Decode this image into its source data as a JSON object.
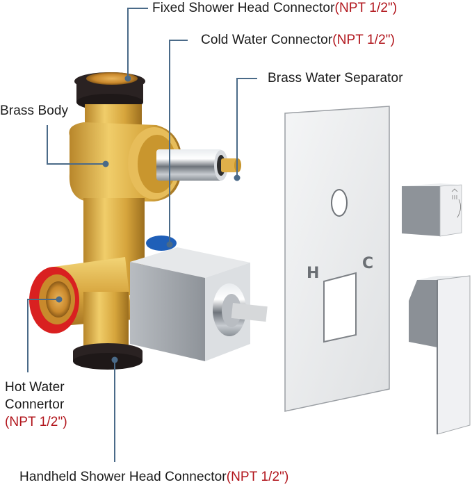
{
  "colors": {
    "text": "#1a1a1a",
    "spec": "#b1141b",
    "leader": "#4a6a88",
    "brass": "#d4a33a",
    "chrome": "#c9cdd2",
    "hot_ring": "#d92020",
    "cold_cap": "#1f5fb8",
    "rubber": "#2a2222"
  },
  "labels": {
    "fixed_shower": {
      "name": "Fixed Shower Head Connector",
      "spec": "(NPT 1/2\")"
    },
    "cold_water": {
      "name": "Cold Water Connector",
      "spec": "(NPT 1/2\")"
    },
    "separator": {
      "name": "Brass Water Separator"
    },
    "brass_body": {
      "name": "Brass Body"
    },
    "hot_water": {
      "line1": "Hot Water",
      "line2": "Connertor",
      "spec": "(NPT 1/2\")"
    },
    "handheld": {
      "name": "Handheld Shower Head Connector",
      "spec": "(NPT 1/2\")"
    }
  },
  "trim_plate": {
    "hot_mark": "H",
    "cold_mark": "C"
  }
}
